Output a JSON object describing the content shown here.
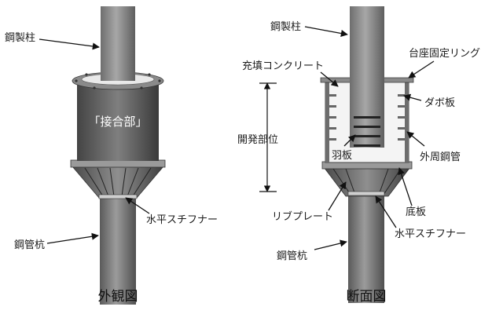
{
  "views": {
    "external": {
      "caption": "外観図",
      "labels": {
        "steel_column": "鋼製柱",
        "joint": "「接合部」",
        "horizontal_stiffener": "水平スチフナー",
        "steel_pipe_pile": "鋼管杭"
      }
    },
    "section": {
      "caption": "断面図",
      "labels": {
        "steel_column": "鋼製柱",
        "filled_concrete": "充填コンクリート",
        "base_fixing_ring": "台座固定リング",
        "dowel_plate": "ダボ板",
        "opening_region": "開発部位",
        "wing_plate": "羽板",
        "outer_steel_pipe": "外周鋼管",
        "rib_plate": "リブプレート",
        "bottom_plate": "底板",
        "horizontal_stiffener": "水平スチフナー",
        "steel_pipe_pile": "鋼管杭"
      }
    }
  }
}
